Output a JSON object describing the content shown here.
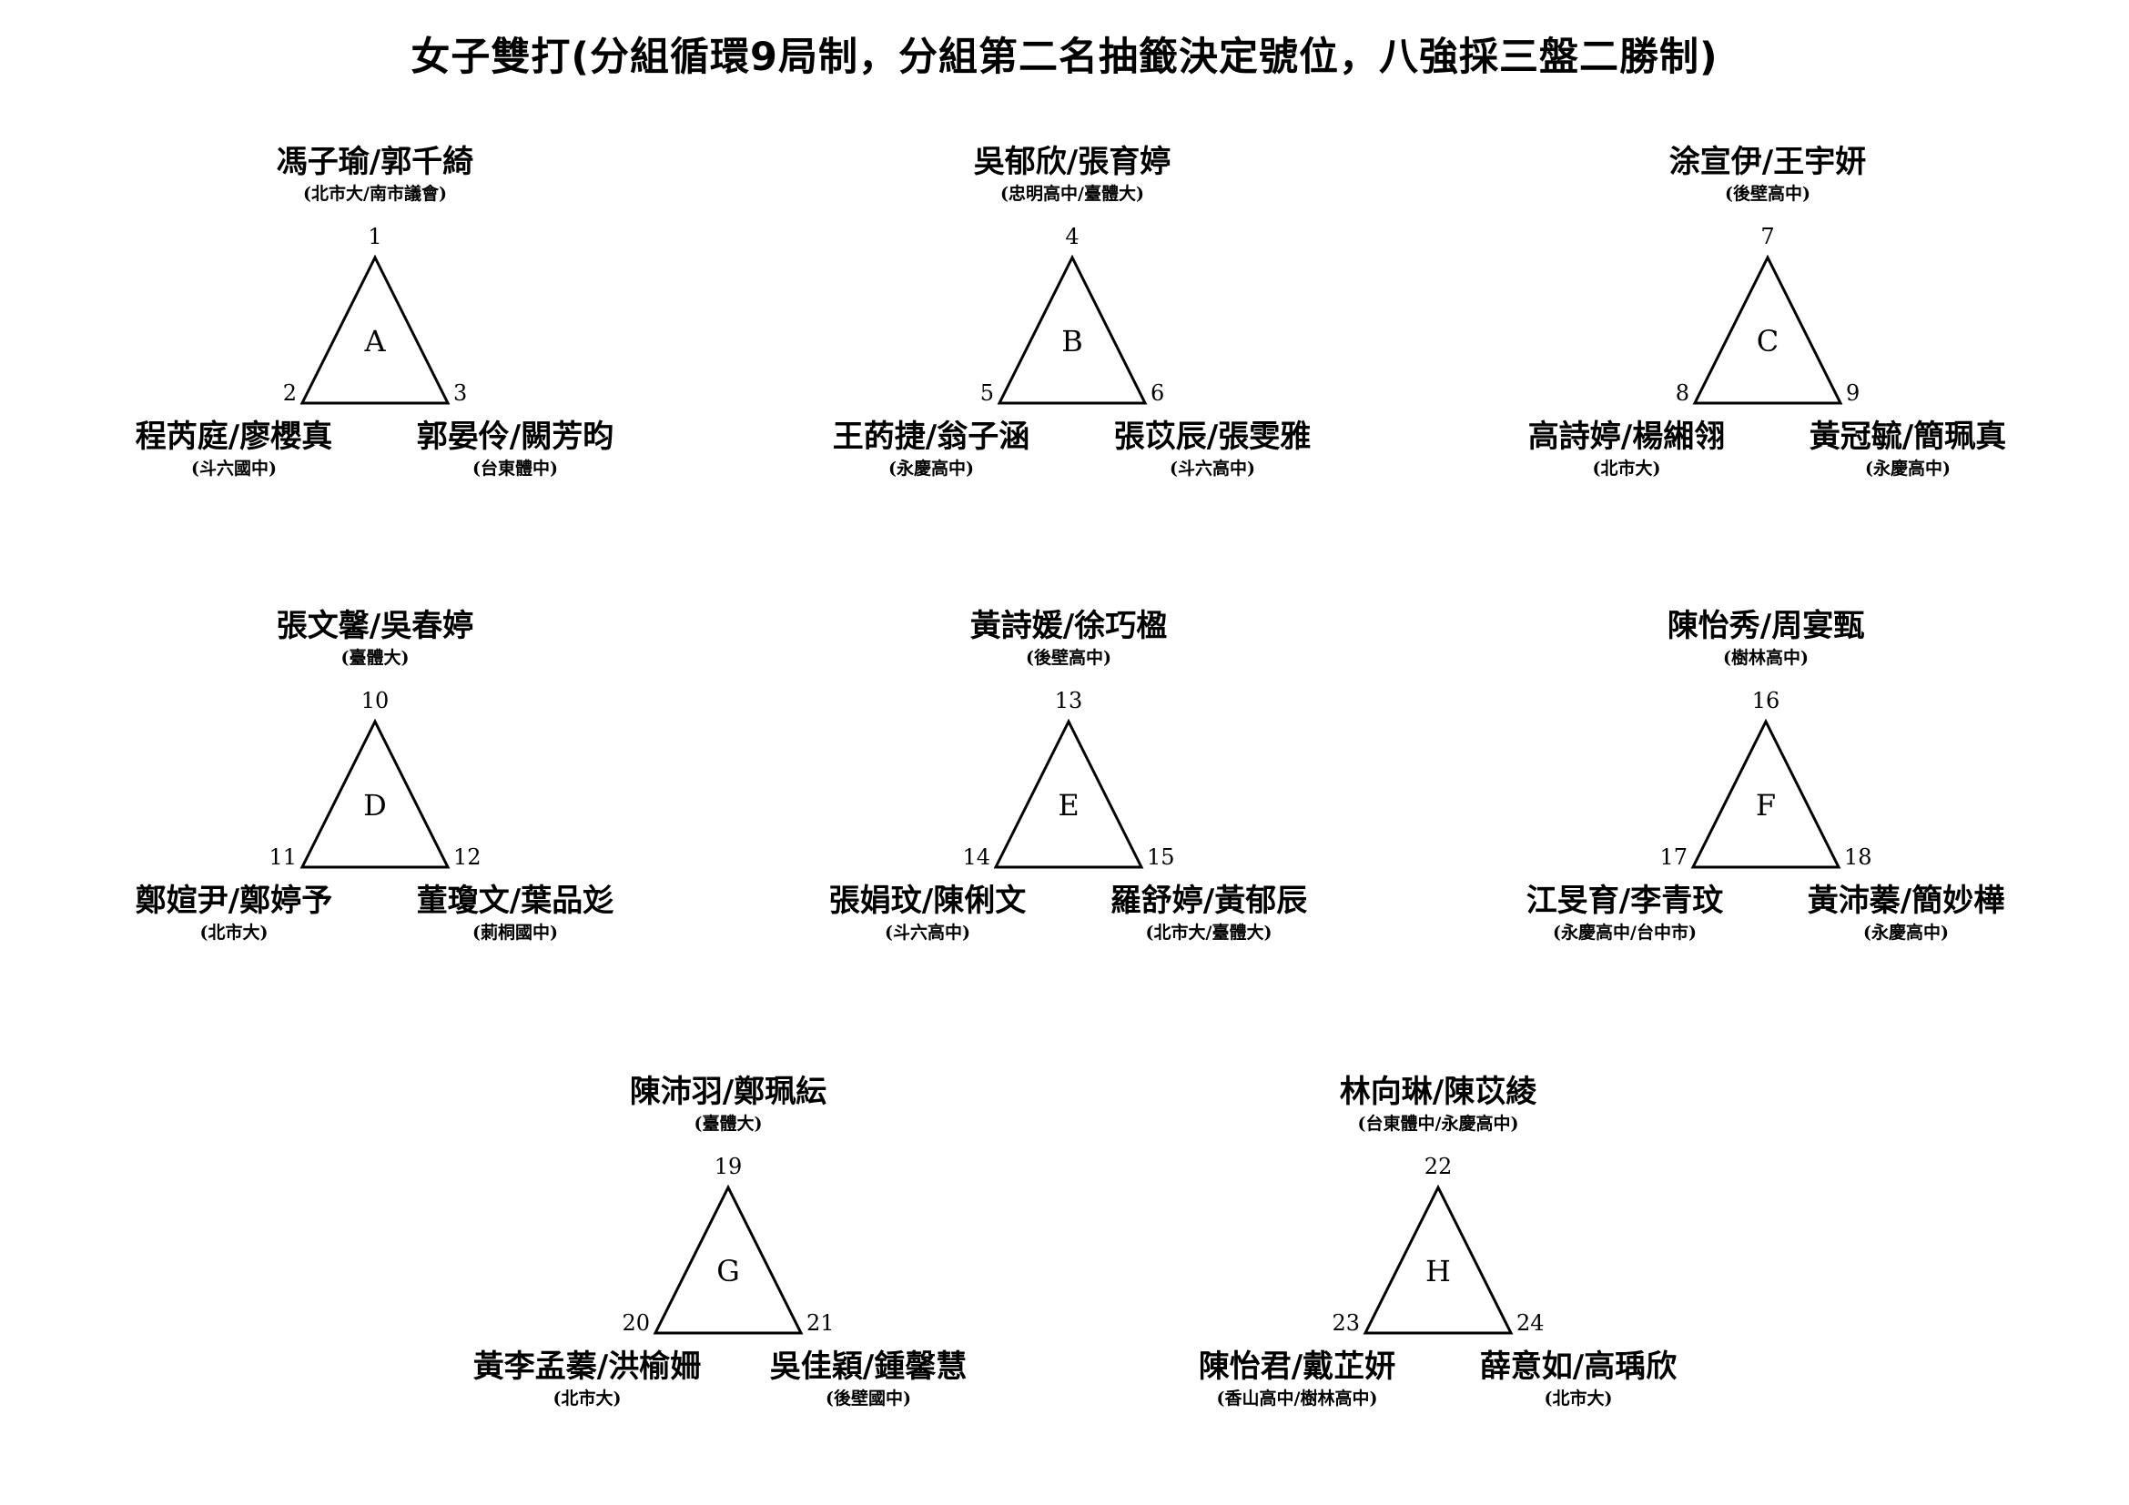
{
  "title": "女子雙打(分組循環9局制，分組第二名抽籤決定號位，八強採三盤二勝制)",
  "groups": [
    {
      "label": "A",
      "seats": [
        "1",
        "2",
        "3"
      ],
      "teams": [
        {
          "name": "馮子瑜/郭千綺",
          "club": "(北市大/南市議會)"
        },
        {
          "name": "程芮庭/廖櫻真",
          "club": "(斗六國中)"
        },
        {
          "name": "郭晏伶/闕芳昀",
          "club": "(台東體中)"
        }
      ]
    },
    {
      "label": "B",
      "seats": [
        "4",
        "5",
        "6"
      ],
      "teams": [
        {
          "name": "吳郁欣/張育婷",
          "club": "(忠明高中/臺體大)"
        },
        {
          "name": "王菂捷/翁子涵",
          "club": "(永慶高中)"
        },
        {
          "name": "張苡辰/張雯雅",
          "club": "(斗六高中)"
        }
      ]
    },
    {
      "label": "C",
      "seats": [
        "7",
        "8",
        "9"
      ],
      "teams": [
        {
          "name": "涂宣伊/王宇妍",
          "club": "(後壁高中)"
        },
        {
          "name": "高詩婷/楊緗翎",
          "club": "(北市大)"
        },
        {
          "name": "黃冠毓/簡珮真",
          "club": "(永慶高中)"
        }
      ]
    },
    {
      "label": "D",
      "seats": [
        "10",
        "11",
        "12"
      ],
      "teams": [
        {
          "name": "張文馨/吳春婷",
          "club": "(臺體大)"
        },
        {
          "name": "鄭媗尹/鄭婷予",
          "club": "(北市大)"
        },
        {
          "name": "董瓊文/葉品彣",
          "club": "(莿桐國中)"
        }
      ]
    },
    {
      "label": "E",
      "seats": [
        "13",
        "14",
        "15"
      ],
      "teams": [
        {
          "name": "黃詩媛/徐巧楹",
          "club": "(後壁高中)"
        },
        {
          "name": "張娟玟/陳俐文",
          "club": "(斗六高中)"
        },
        {
          "name": "羅舒婷/黃郁辰",
          "club": "(北市大/臺體大)"
        }
      ]
    },
    {
      "label": "F",
      "seats": [
        "16",
        "17",
        "18"
      ],
      "teams": [
        {
          "name": "陳怡秀/周宴甄",
          "club": "(樹林高中)"
        },
        {
          "name": "江旻育/李青玟",
          "club": "(永慶高中/台中市)"
        },
        {
          "name": "黃沛蓁/簡妙樺",
          "club": "(永慶高中)"
        }
      ]
    },
    {
      "label": "G",
      "seats": [
        "19",
        "20",
        "21"
      ],
      "teams": [
        {
          "name": "陳沛羽/鄭珮紜",
          "club": "(臺體大)"
        },
        {
          "name": "黃李孟蓁/洪榆姍",
          "club": "(北市大)"
        },
        {
          "name": "吳佳穎/鍾馨慧",
          "club": "(後壁國中)"
        }
      ]
    },
    {
      "label": "H",
      "seats": [
        "22",
        "23",
        "24"
      ],
      "teams": [
        {
          "name": "林向琳/陳苡綾",
          "club": "(台東體中/永慶高中)"
        },
        {
          "name": "陳怡君/戴芷妍",
          "club": "(香山高中/樹林高中)"
        },
        {
          "name": "薛意如/高瑀欣",
          "club": "(北市大)"
        }
      ]
    }
  ]
}
